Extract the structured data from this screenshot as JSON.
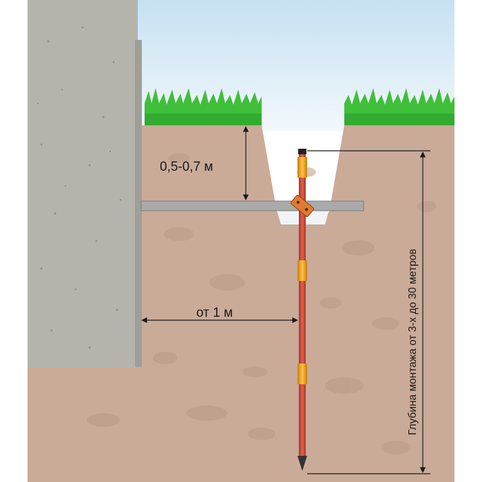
{
  "labels": {
    "trench_depth": "0,5-0,7 м",
    "distance_from_wall": "от 1 м",
    "install_depth": "Глубина монтажа от 3-х до 30 метров"
  },
  "colors": {
    "sky_top": "#cfe6f4",
    "sky_bottom": "#f3f8fb",
    "soil": "#c9ab98",
    "soil_dark": "#b99a86",
    "concrete": "#b4b4ad",
    "concrete_edge": "#8f8f89",
    "grass": "#3fbf3a",
    "grass_dark": "#2a9a2a",
    "strip": "#a9aaa9",
    "rod": "#c84a3a",
    "coupling": "#f0a21a",
    "clamp": "#e07a30"
  },
  "icons": {
    "rod_tip": "cone-tip-icon",
    "clamp": "clamp-icon"
  }
}
